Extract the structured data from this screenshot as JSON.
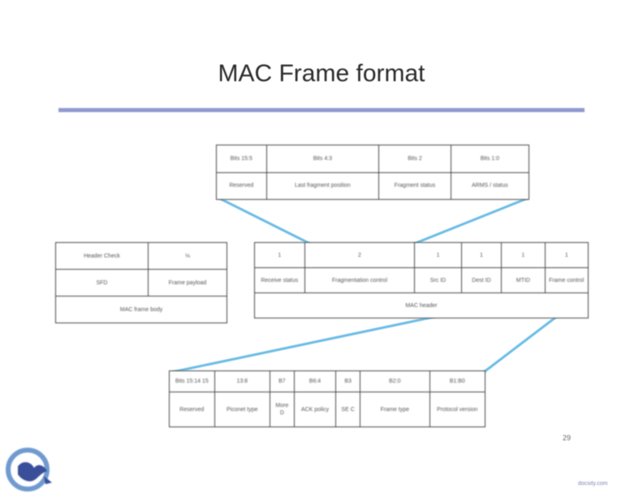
{
  "slide": {
    "title": "MAC Frame format",
    "page_number": "29",
    "footer": "docsity.com"
  },
  "colors": {
    "rule": "#8e99cf",
    "connector": "#6bbde6",
    "logo_circle": "#6f9ad0",
    "logo_bird": "#3a4f9a"
  },
  "icons": {
    "logo": "docsity-logo-icon"
  },
  "tables": {
    "top": {
      "row1": [
        "Bits 15:5",
        "Bits 4:3",
        "Bits 2",
        "Bits 1:0"
      ],
      "row2": [
        "Reserved",
        "Last fragment position",
        "Fragment status",
        "ARMS / status"
      ]
    },
    "left": {
      "r1": [
        "Header Check",
        "⅛"
      ],
      "r2": [
        "SFD",
        "Frame payload"
      ],
      "r3": "MAC frame body"
    },
    "mid": {
      "row1": [
        "1",
        "2",
        "1",
        "1",
        "1",
        "1"
      ],
      "row2": [
        "Receive status",
        "Fragmentation control",
        "Src ID",
        "Dest ID",
        "MTID",
        "Frame control"
      ],
      "row3": "MAC header"
    },
    "bottom": {
      "row1": [
        "Bits 15:14 15",
        "13:8",
        "B7",
        "B6:4",
        "B3",
        "B2:0",
        "B1:B0"
      ],
      "row2": [
        "Reserved",
        "Piconet type",
        "More D",
        "ACK policy",
        "SE C",
        "Frame type",
        "Protocol version"
      ]
    }
  }
}
